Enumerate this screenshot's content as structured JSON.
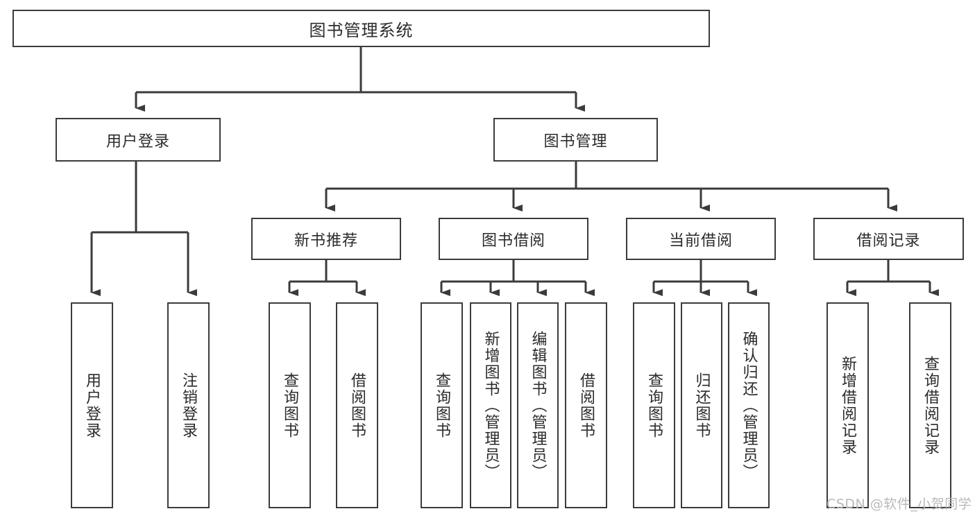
{
  "diagram": {
    "type": "tree",
    "title": "图书管理系统",
    "watermark": "CSDN @软件_小贺同学",
    "colors": {
      "stroke": "#3b3b3b",
      "box_fill": "#ffffff",
      "text": "#2b2b2b",
      "watermark": "#b9b9b9",
      "background": "#ffffff"
    },
    "nodes": {
      "root": {
        "label": "图书管理系统",
        "level": 1
      },
      "l2": [
        {
          "id": "user_login",
          "label": "用户登录"
        },
        {
          "id": "book_mgmt",
          "label": "图书管理"
        }
      ],
      "l3": [
        {
          "id": "new_book_rec",
          "label": "新书推荐",
          "parent": "book_mgmt"
        },
        {
          "id": "book_borrow",
          "label": "图书借阅",
          "parent": "book_mgmt"
        },
        {
          "id": "current_borrow",
          "label": "当前借阅",
          "parent": "book_mgmt"
        },
        {
          "id": "borrow_record",
          "label": "借阅记录",
          "parent": "book_mgmt"
        }
      ],
      "leaves": [
        {
          "id": "leaf_user_login",
          "label": "用户登录",
          "parent": "user_login"
        },
        {
          "id": "leaf_user_logout",
          "label": "注销登录",
          "parent": "user_login"
        },
        {
          "id": "leaf_rec_query",
          "label": "查询图书",
          "parent": "new_book_rec"
        },
        {
          "id": "leaf_rec_borrow",
          "label": "借阅图书",
          "parent": "new_book_rec"
        },
        {
          "id": "leaf_borrow_query",
          "label": "查询图书",
          "parent": "book_borrow"
        },
        {
          "id": "leaf_borrow_add",
          "label": "新增图书（管理员）",
          "parent": "book_borrow"
        },
        {
          "id": "leaf_borrow_edit",
          "label": "编辑图书（管理员）",
          "parent": "book_borrow"
        },
        {
          "id": "leaf_borrow_do",
          "label": "借阅图书",
          "parent": "book_borrow"
        },
        {
          "id": "leaf_cur_query",
          "label": "查询图书",
          "parent": "current_borrow"
        },
        {
          "id": "leaf_cur_return",
          "label": "归还图书",
          "parent": "current_borrow"
        },
        {
          "id": "leaf_cur_confirm",
          "label": "确认归还（管理员）",
          "parent": "current_borrow"
        },
        {
          "id": "leaf_rec_add",
          "label": "新增借阅记录",
          "parent": "borrow_record"
        },
        {
          "id": "leaf_rec_search",
          "label": "查询借阅记录",
          "parent": "borrow_record"
        }
      ]
    }
  }
}
